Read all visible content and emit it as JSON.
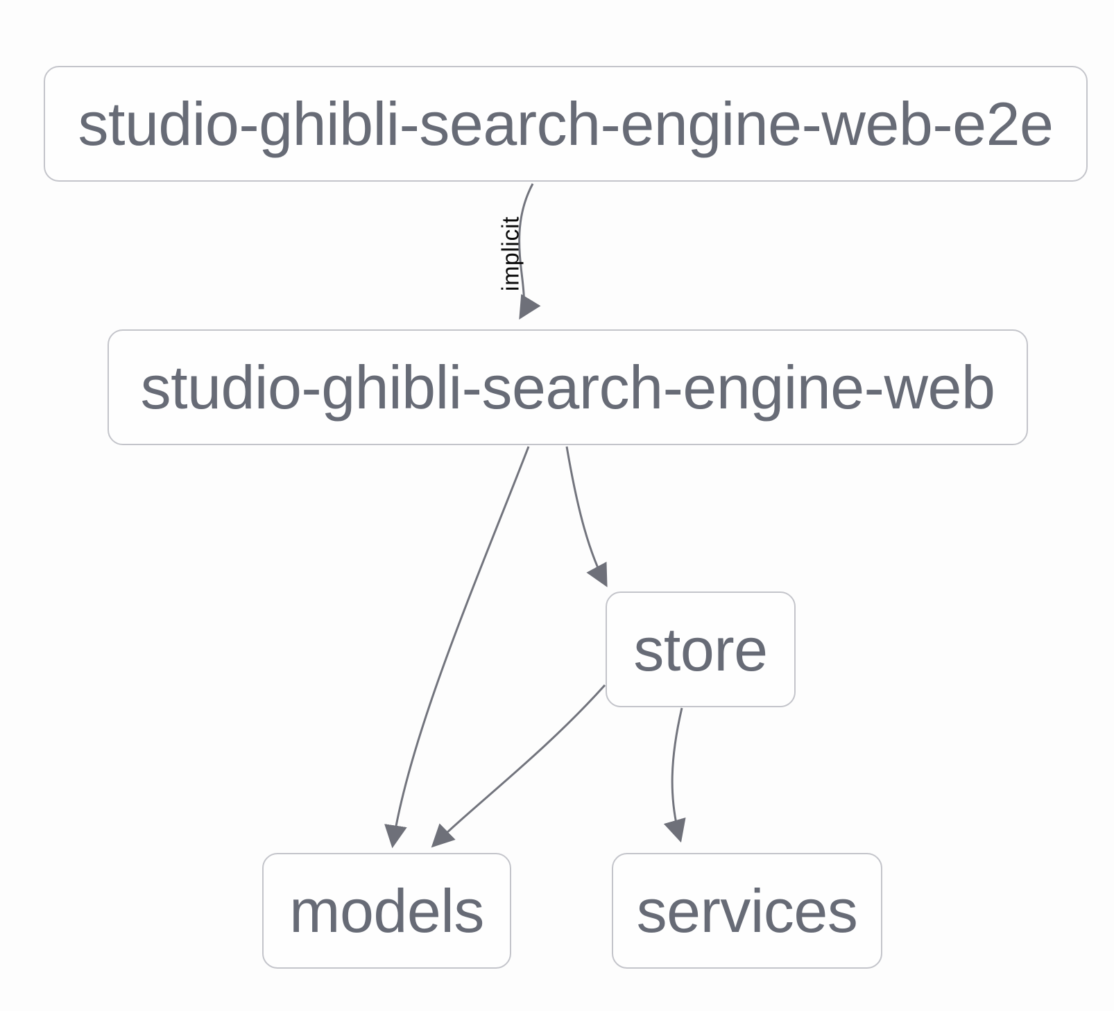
{
  "diagram": {
    "type": "project-dependency-graph",
    "nodes": [
      {
        "id": "studio-ghibli-search-engine-web-e2e",
        "label": "studio-ghibli-search-engine-web-e2e"
      },
      {
        "id": "studio-ghibli-search-engine-web",
        "label": "studio-ghibli-search-engine-web"
      },
      {
        "id": "store",
        "label": "store"
      },
      {
        "id": "models",
        "label": "models"
      },
      {
        "id": "services",
        "label": "services"
      }
    ],
    "edges": [
      {
        "from": "studio-ghibli-search-engine-web-e2e",
        "to": "studio-ghibli-search-engine-web",
        "label": "implicit"
      },
      {
        "from": "studio-ghibli-search-engine-web",
        "to": "models"
      },
      {
        "from": "studio-ghibli-search-engine-web",
        "to": "store"
      },
      {
        "from": "store",
        "to": "models"
      },
      {
        "from": "store",
        "to": "services"
      }
    ],
    "colors": {
      "canvas_background": "#fdfdfd",
      "node_background": "#fefefe",
      "node_border": "#c3c4ca",
      "node_text": "#676b76",
      "edge_stroke": "#72747d",
      "arrowhead_fill": "#6e7079",
      "edge_label_text": "#0c0c0c"
    }
  }
}
